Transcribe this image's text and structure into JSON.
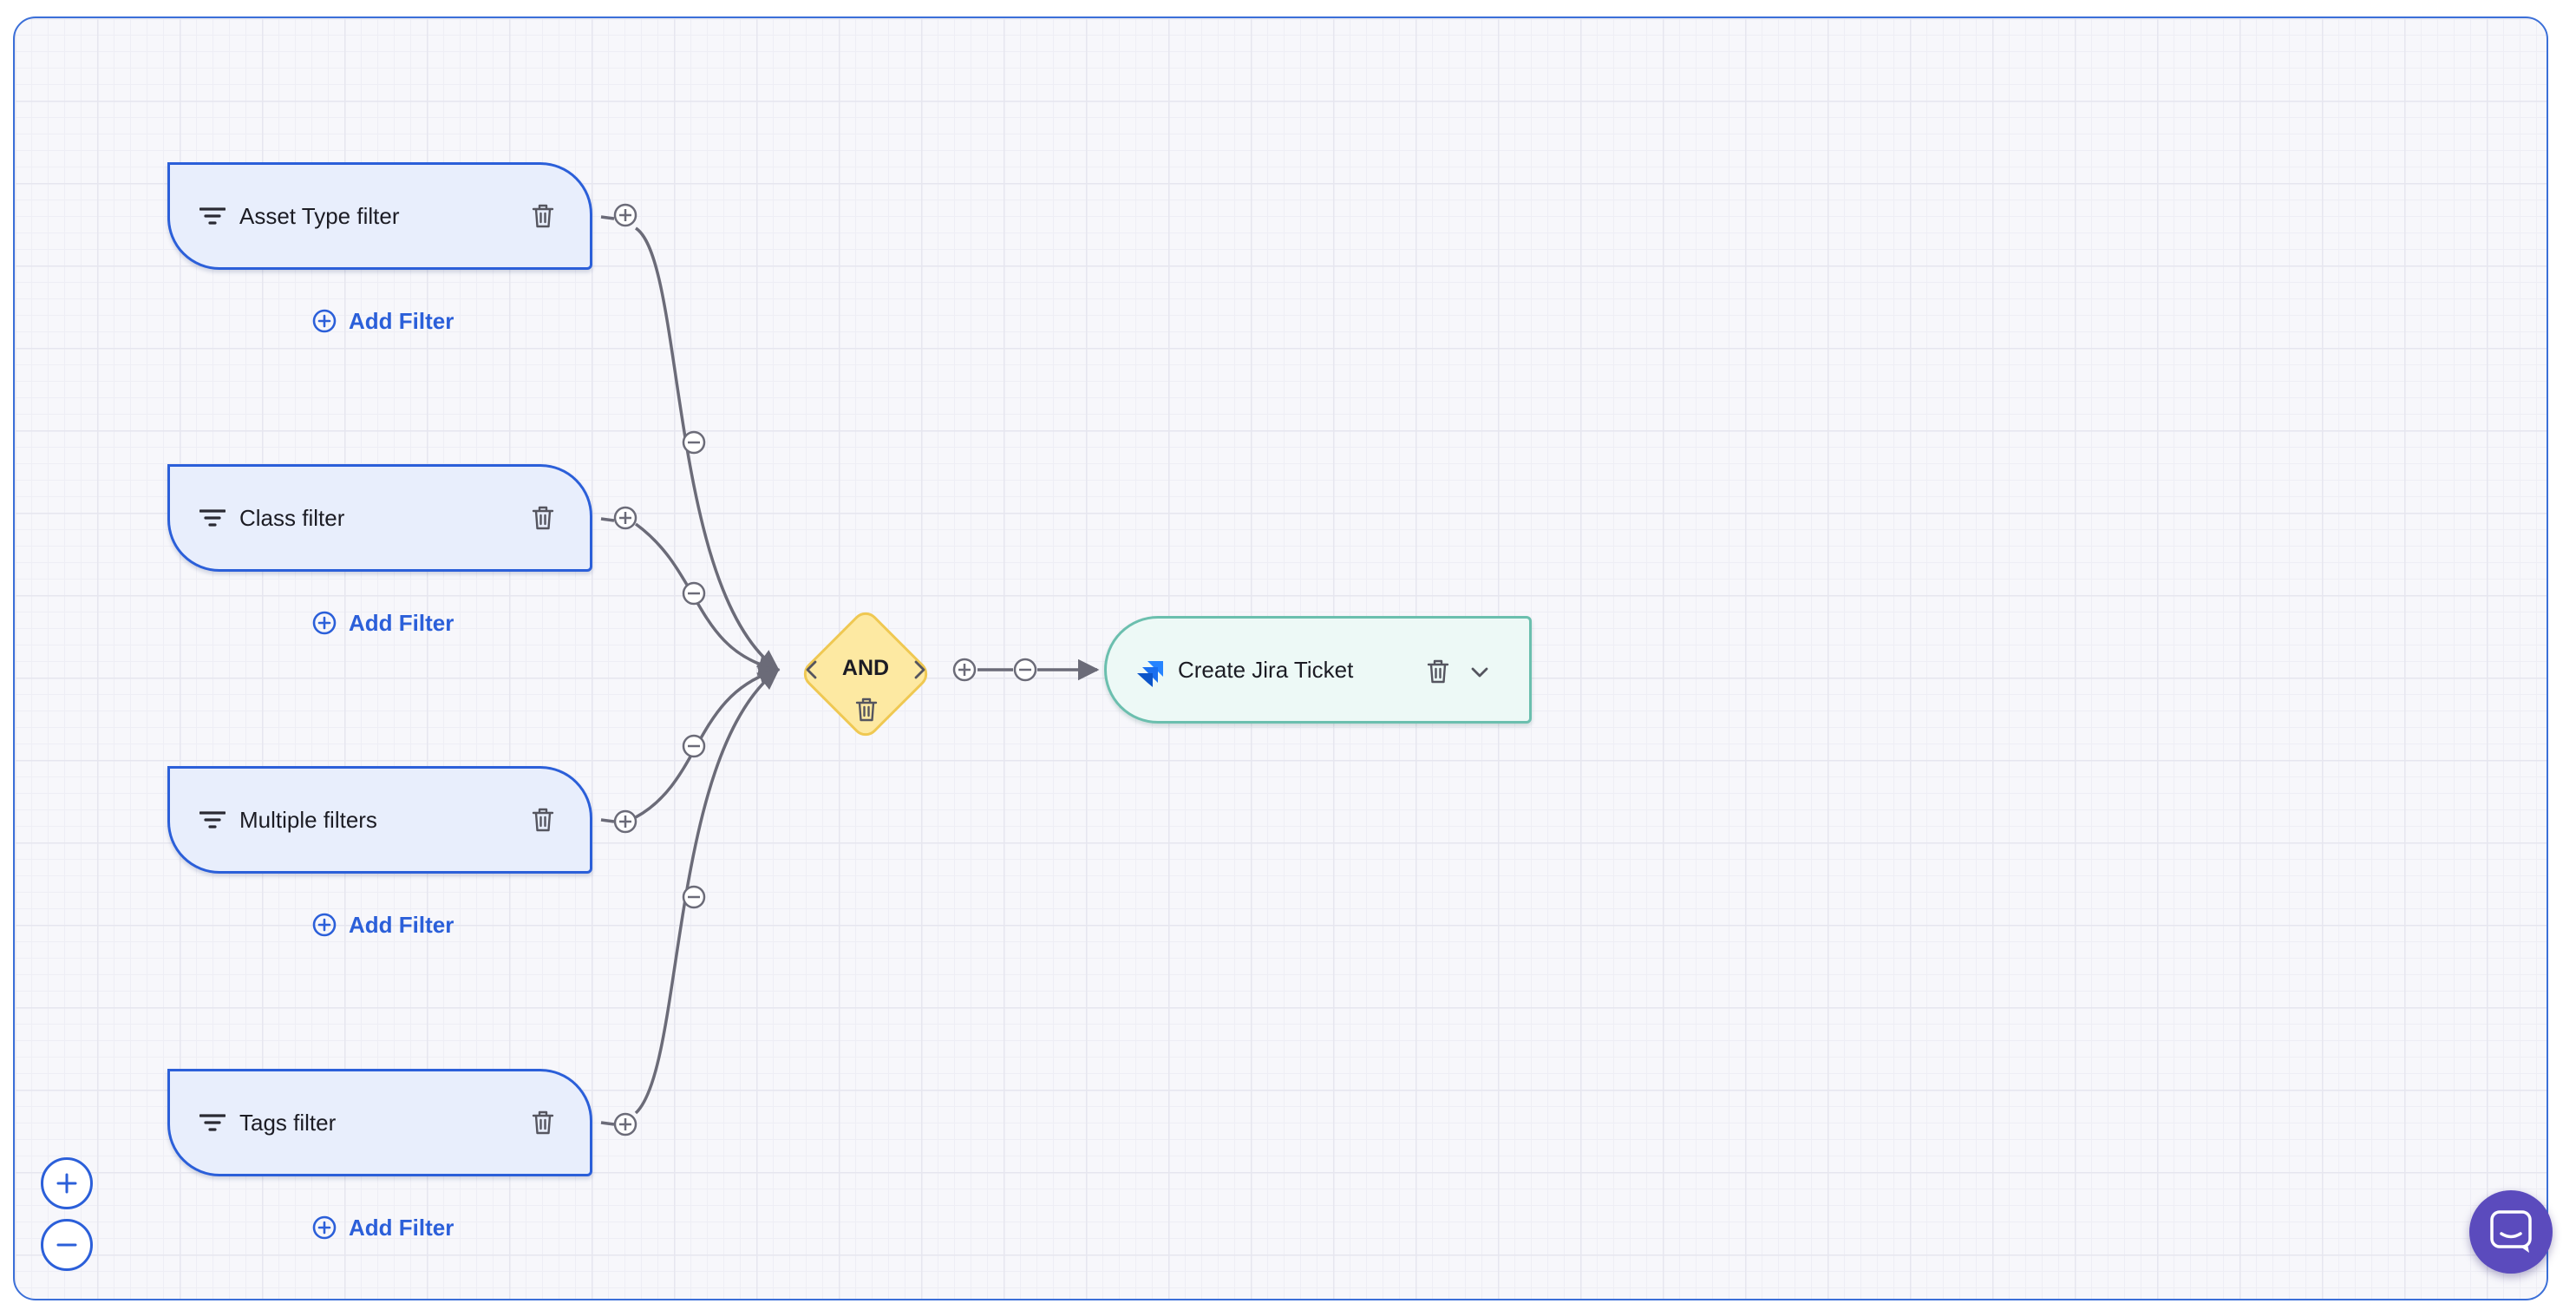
{
  "canvas": {
    "grid": true,
    "border_color": "#3b6fd8",
    "background_color": "#f7f7fb"
  },
  "filters": [
    {
      "label": "Asset Type filter",
      "add_label": "Add Filter"
    },
    {
      "label": "Class filter",
      "add_label": "Add Filter"
    },
    {
      "label": "Multiple filters",
      "add_label": "Add Filter"
    },
    {
      "label": "Tags filter",
      "add_label": "Add Filter"
    }
  ],
  "logic_node": {
    "label": "AND",
    "fill_color": "#fde9a2",
    "border_color": "#efc852"
  },
  "action_node": {
    "label": "Create Jira Ticket",
    "icon": "jira-icon",
    "fill_color": "#edf9f6",
    "border_color": "#6bbfae"
  },
  "zoom_controls": {
    "zoom_in_icon": "plus-icon",
    "zoom_out_icon": "minus-icon"
  },
  "chat": {
    "icon": "chat-icon",
    "color": "#5b4bbd"
  },
  "colors": {
    "filter_fill": "#e8eefc",
    "filter_border": "#2b5fd9",
    "link_text": "#2b5fd9",
    "edge": "#6b6b78"
  }
}
